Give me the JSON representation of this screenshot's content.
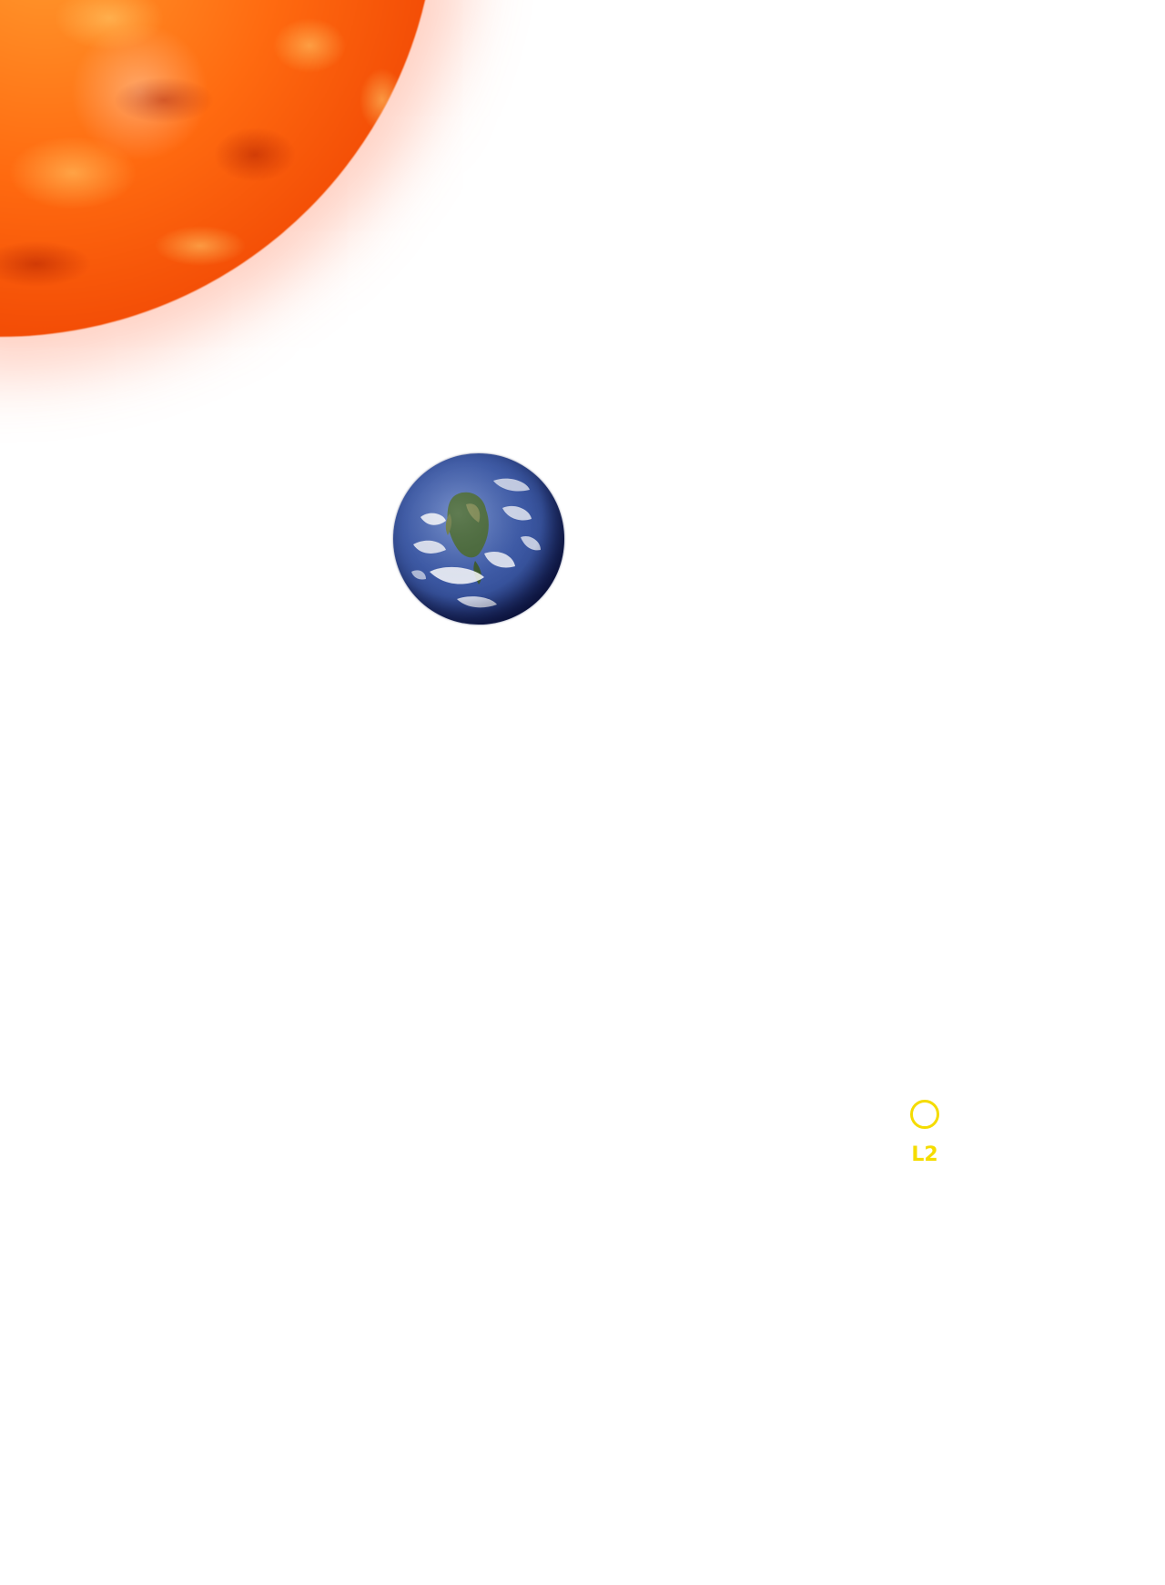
{
  "diagram": {
    "bodies": [
      {
        "id": "sun",
        "icon": "sun-icon"
      },
      {
        "id": "earth",
        "icon": "earth-icon"
      }
    ],
    "l2_point": {
      "label": "L2",
      "color": "#f5dc00"
    }
  },
  "colors": {
    "background": "#ffffff",
    "sun_core": "#ff6a10",
    "sun_edge": "#b81a00",
    "earth_ocean": "#3f5ca8",
    "marker": "#f5dc00"
  }
}
